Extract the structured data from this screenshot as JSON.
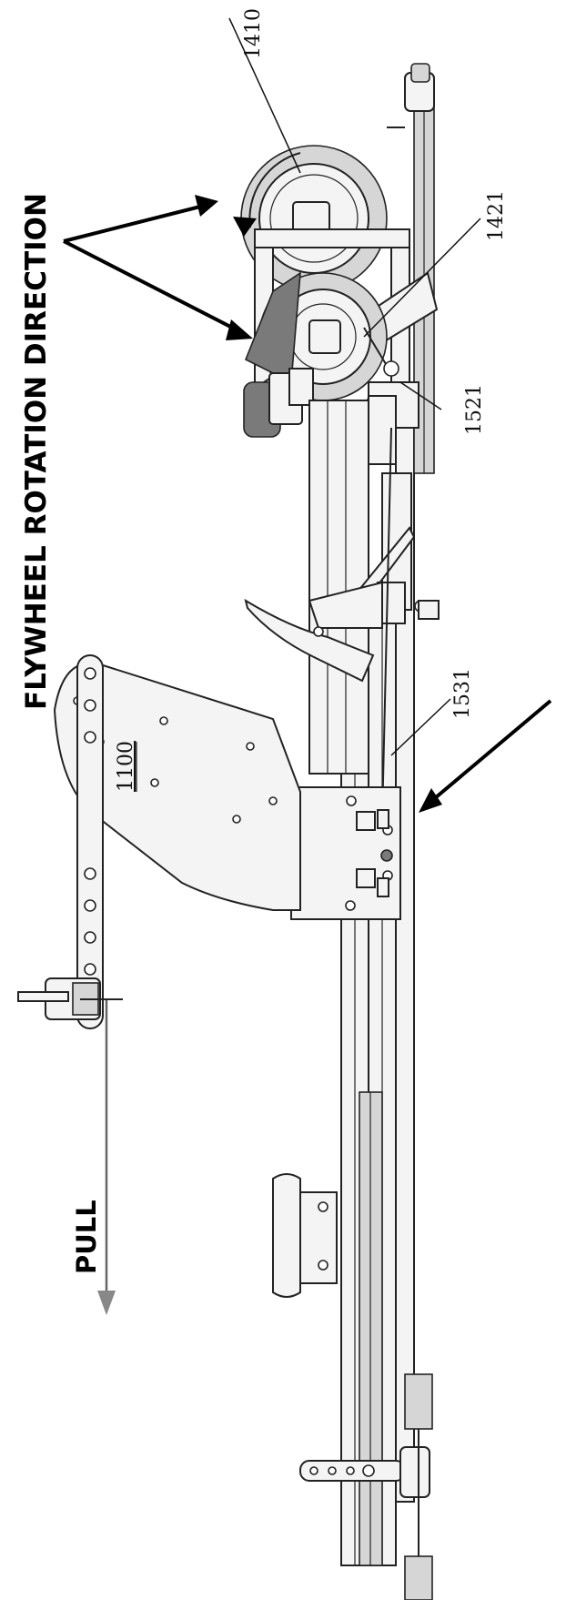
{
  "labels": {
    "title": "FLYWHEEL ROTATION DIRECTION",
    "pull": "PULL",
    "ref_1410": "1410",
    "ref_1421": "1421",
    "ref_1521": "1521",
    "ref_1531": "1531",
    "ref_1100": "1100"
  }
}
